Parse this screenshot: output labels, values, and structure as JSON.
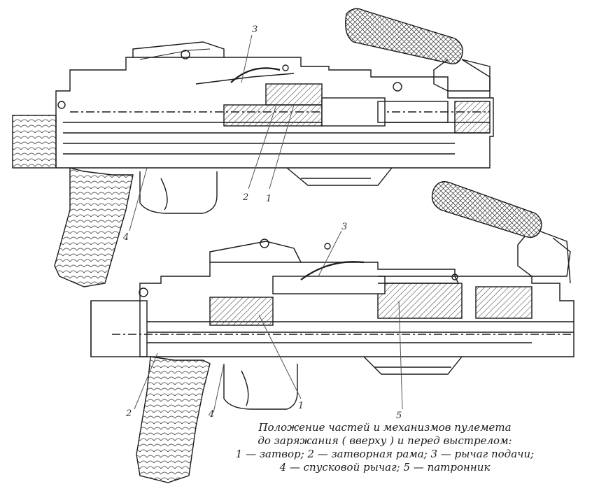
{
  "diagram": {
    "top_view": {
      "labels": [
        "3",
        "2",
        "1",
        "4"
      ]
    },
    "bottom_view": {
      "labels": [
        "3",
        "2",
        "4",
        "1",
        "5"
      ]
    }
  },
  "caption": {
    "line1": "Положение частей и механизмов пулемета",
    "line2": "до заряжания ( вверху ) и перед выстрелом:",
    "line3": "1 — затвор; 2 — затворная рама; 3 — рычаг подачи;",
    "line4": "4 — спусковой рычаг; 5 — патронник"
  },
  "colors": {
    "ink": "#1a1a1a",
    "paper": "#ffffff"
  }
}
